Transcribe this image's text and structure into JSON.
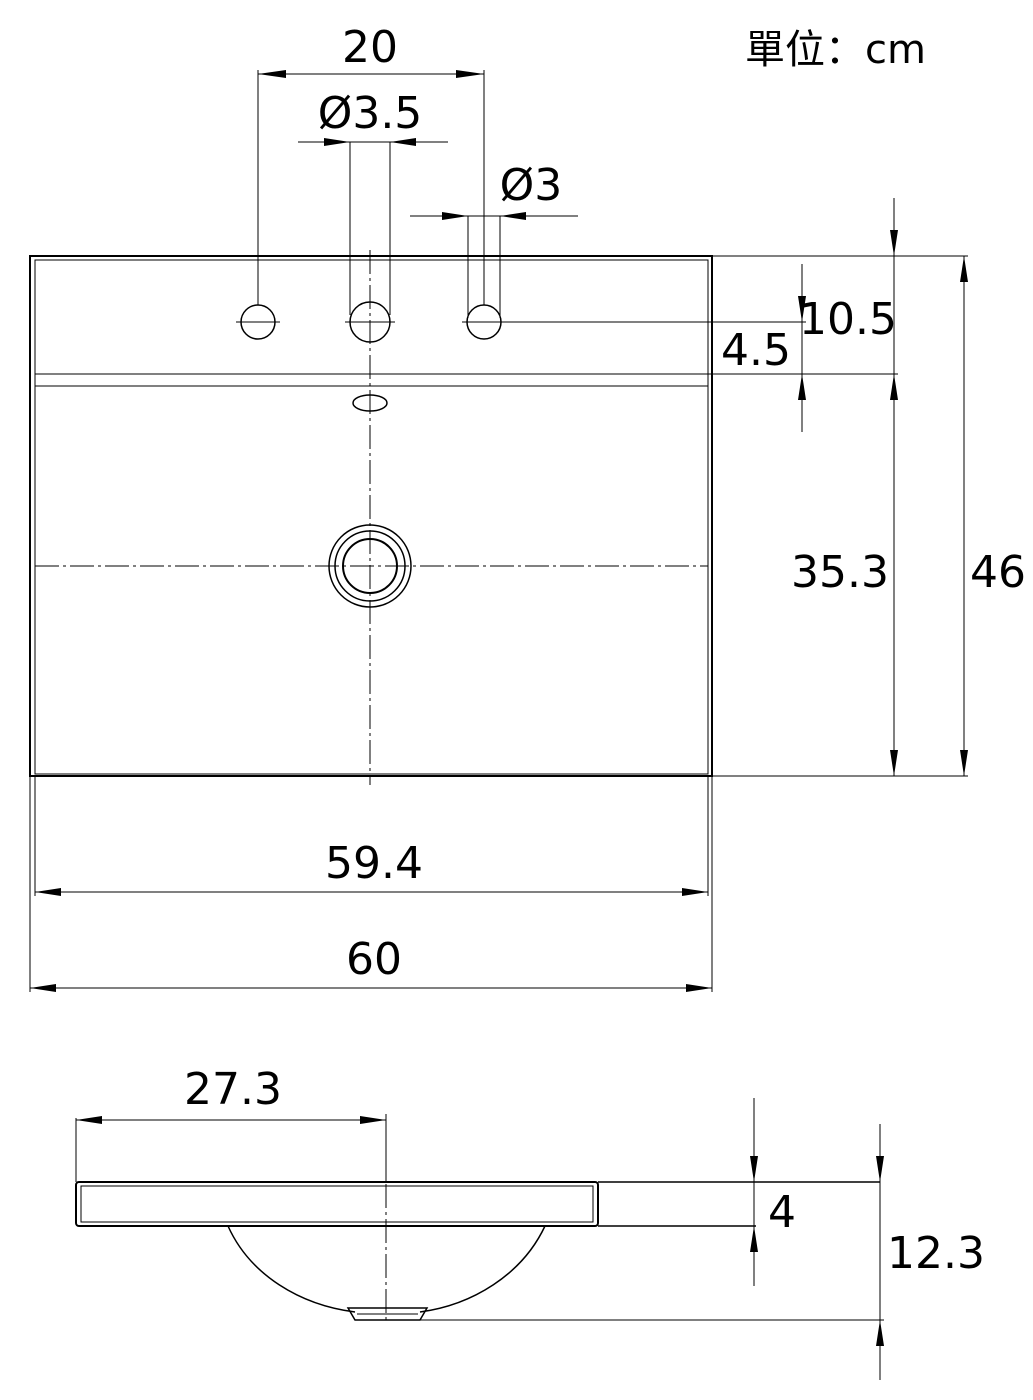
{
  "units_label": "單位：cm",
  "top_view": {
    "hole_spacing": "20",
    "tap_hole_diameter": "Ø3.5",
    "side_hole_diameter": "Ø3",
    "hole_offset_depth": "10.5",
    "deck_depth": "4.5",
    "basin_depth": "35.3",
    "total_depth": "46",
    "inner_width": "59.4",
    "total_width": "60"
  },
  "side_view": {
    "drain_offset": "27.3",
    "rim_thickness": "4",
    "total_height": "12.3"
  }
}
